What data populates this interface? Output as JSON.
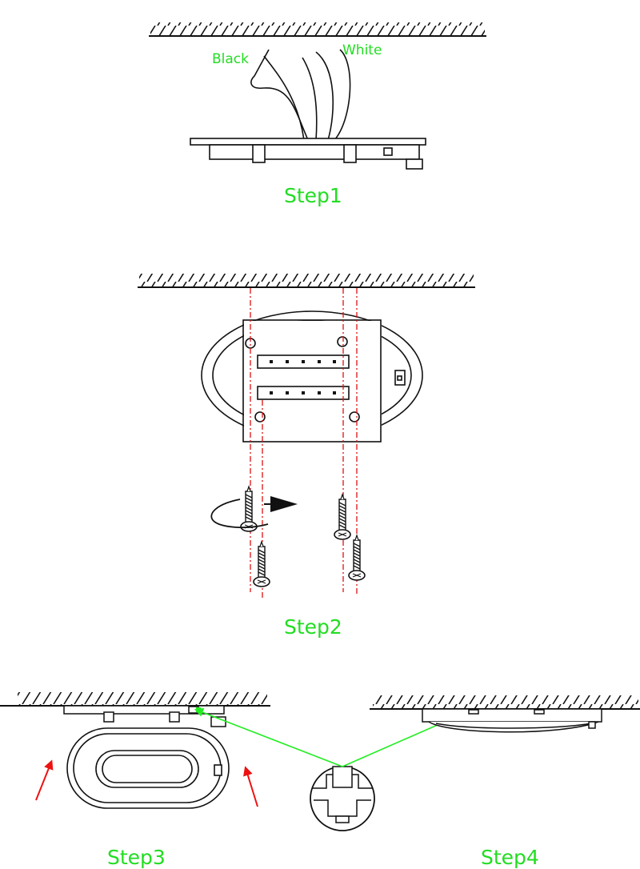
{
  "labels": {
    "wire_black": "Black",
    "wire_white": "White",
    "step1": "Step1",
    "step2": "Step2",
    "step3": "Step3",
    "step4": "Step4"
  },
  "colors": {
    "label_green": "#22dd22",
    "ink": "#111111",
    "guide_red": "#dd1111",
    "arrow_red": "#ee1111",
    "pointer_green": "#22ee22"
  }
}
